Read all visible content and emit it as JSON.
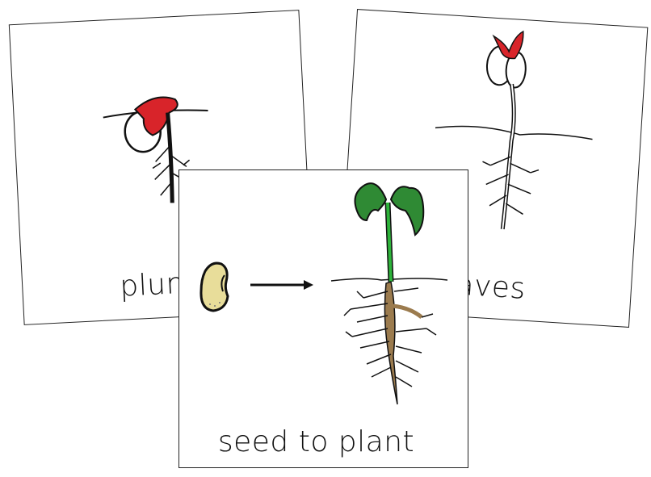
{
  "cards": [
    {
      "label": "plumule"
    },
    {
      "label": "leaves"
    },
    {
      "label": "seed to plant"
    }
  ],
  "colors": {
    "seed": "#e8dd9a",
    "stem": "#2db33a",
    "leaf": "#2f8a34",
    "root": "#9b7b4e",
    "plumule": "#d8242a"
  }
}
